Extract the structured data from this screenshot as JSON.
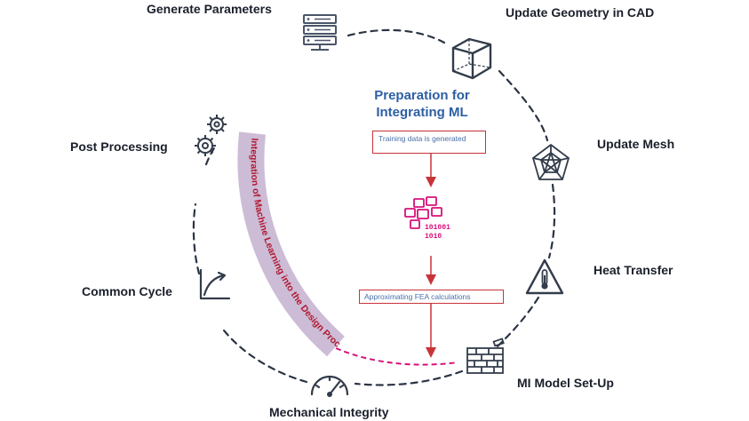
{
  "stages": {
    "generate_parameters": "Generate Parameters",
    "update_geometry": "Update Geometry in CAD",
    "update_mesh": "Update Mesh",
    "heat_transfer": "Heat Transfer",
    "mi_model_setup": "MI Model Set-Up",
    "mechanical_integrity": "Mechanical Integrity",
    "common_cycle": "Common Cycle",
    "post_processing": "Post Processing"
  },
  "arc_banner": "Integration of Machine Learning into the Design Process",
  "ml_panel": {
    "title_line1": "Preparation for",
    "title_line2": "Integrating ML",
    "box1": "Training data is generated",
    "chip_bits_1": "101001",
    "chip_bits_2": "1010",
    "box2": "Approximating FEA calculations"
  },
  "icons": [
    "server-icon",
    "cube-icon",
    "mesh-icon",
    "thermometer-warning-icon",
    "brick-wall-icon",
    "gauge-icon",
    "chart-curve-icon",
    "gears-icon",
    "neural-chip-icon"
  ],
  "colors": {
    "cycle_line": "#2b3444",
    "arc_band": "#cdbcd6",
    "arc_text": "#b01830",
    "accent_red": "#c8333a",
    "accent_magenta": "#d8107a",
    "title_blue": "#2d5fa3"
  }
}
